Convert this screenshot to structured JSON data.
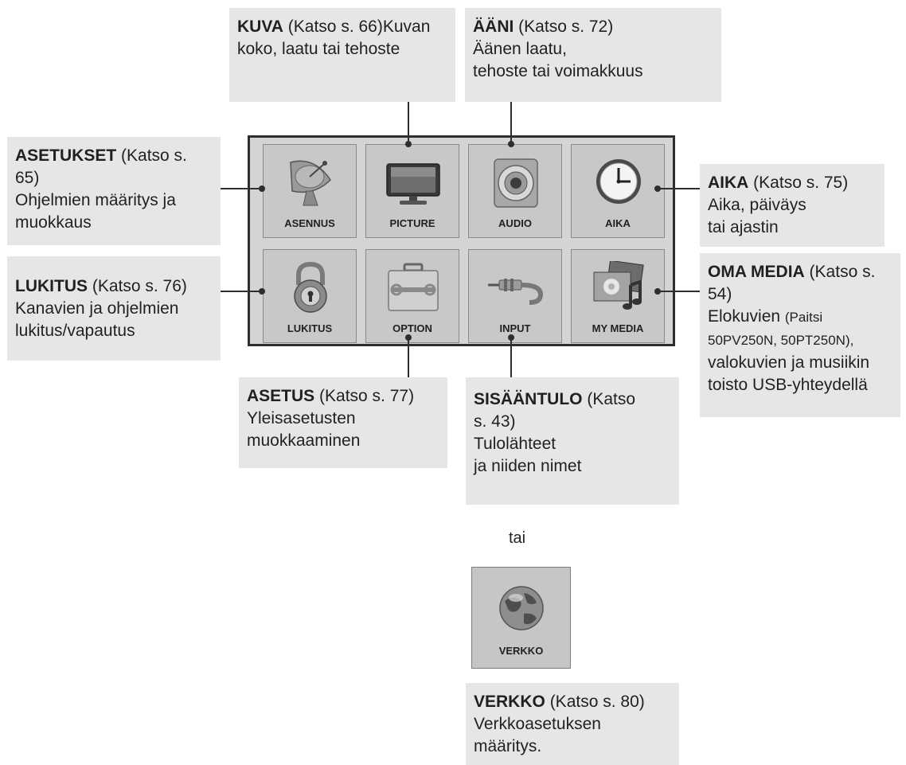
{
  "tiles": {
    "asennus": "ASENNUS",
    "picture": "PICTURE",
    "audio": "AUDIO",
    "aika": "AIKA",
    "lukitus": "LUKITUS",
    "option": "OPTION",
    "input": "INPUT",
    "my_media": "MY MEDIA",
    "verkko": "VERKKO"
  },
  "callouts": {
    "kuva": {
      "title": "KUVA",
      "ref": " (Katso s. 66)",
      "text": "Kuvan koko, laatu tai tehoste"
    },
    "aani": {
      "title": "ÄÄNI",
      "ref": " (Katso s. 72)",
      "line1": "Äänen laatu,",
      "line2": "tehoste tai voimakkuus"
    },
    "asetukset": {
      "title": "ASETUKSET",
      "ref": " (Katso s.",
      "ref2": "65)",
      "line1": "Ohjelmien määritys ja",
      "line2": "muokkaus"
    },
    "aika": {
      "title": "AIKA",
      "ref": " (Katso s. 75)",
      "line1": "Aika, päiväys",
      "line2": "tai ajastin"
    },
    "lukitus": {
      "title": "LUKITUS",
      "ref": " (Katso s. 76)",
      "line1": "Kanavien ja ohjelmien",
      "line2": "lukitus/vapautus"
    },
    "oma_media": {
      "title": "OMA MEDIA",
      "ref": " (Katso s.",
      "ref2": "54)",
      "line1": "Elokuvien ",
      "line1_small": "(Paitsi",
      "line2": "50PV250N, 50PT250N),",
      "line3": "valokuvien ja musiikin",
      "line4": "toisto USB-yhteydellä"
    },
    "asetus": {
      "title": "ASETUS",
      "ref": " (Katso s. 77)",
      "line1": "Yleisasetusten",
      "line2": "muokkaaminen"
    },
    "sisaantulo": {
      "title": "SISÄÄNTULO",
      "ref": " (Katso",
      "ref2": "s. 43)",
      "line1": "Tulolähteet",
      "line2": "ja niiden nimet"
    },
    "verkko": {
      "title": "VERKKO",
      "ref": " (Katso s. 80)",
      "line1": "Verkkoasetuksen",
      "line2": "määritys."
    }
  },
  "or_text": "tai",
  "colors": {
    "callout_bg": "#e6e6e6",
    "panel_bg": "#d4d4d4",
    "tile_bg": "#c8c8c8",
    "line": "#2e2e2e"
  },
  "icons": [
    "satellite-dish-icon",
    "tv-icon",
    "speaker-icon",
    "clock-icon",
    "padlock-icon",
    "toolbox-icon",
    "cable-plug-icon",
    "media-collage-icon",
    "globe-icon"
  ]
}
